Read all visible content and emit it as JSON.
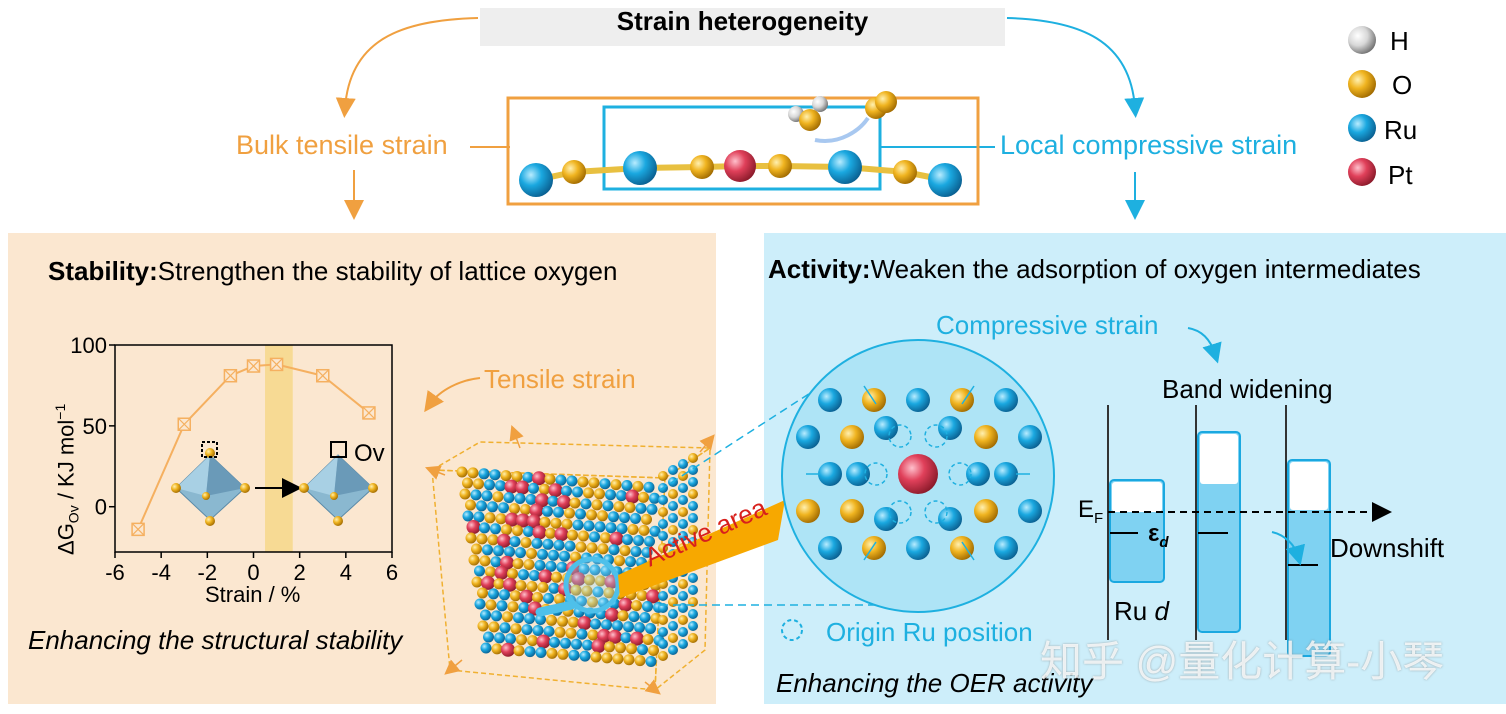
{
  "header": {
    "title": "Strain heterogeneity"
  },
  "top": {
    "bulk_label": "Bulk tensile strain",
    "local_label": "Local compressive strain"
  },
  "legend": [
    {
      "symbol": "H",
      "color": "#d8d8d8"
    },
    {
      "symbol": "O",
      "color": "#f0b420"
    },
    {
      "symbol": "Ru",
      "color": "#1aa8e0"
    },
    {
      "symbol": "Pt",
      "color": "#e0405a"
    }
  ],
  "left_panel": {
    "heading_bold": "Stability:",
    "heading_text": "Strengthen the stability of lattice oxygen",
    "tensile_label": "Tensile strain",
    "active_label": "Active area",
    "footer": "Enhancing the structural stability",
    "ov_label": "Ov"
  },
  "right_panel": {
    "heading_bold": "Activity:",
    "heading_text": "Weaken the adsorption of oxygen intermediates",
    "compressive_label": "Compressive strain",
    "band_widening": "Band widening",
    "ef_label": "E",
    "ef_sub": "F",
    "ed_label": "ε",
    "ed_sub": "d",
    "downshift": "Downshift",
    "ru_d": "Ru ",
    "ru_d_ital": "d",
    "origin_label": "Origin Ru position",
    "footer": "Enhancing the OER activity"
  },
  "watermark": "知乎 @量化计算-小琴",
  "chart_data": {
    "type": "line",
    "x": [
      -5,
      -3,
      -1,
      0,
      1,
      3,
      5
    ],
    "values": [
      -14,
      51,
      81,
      87,
      88,
      81,
      58
    ],
    "xlabel": "Strain / %",
    "ylabel_main": "ΔG",
    "ylabel_sub": "Ov",
    "ylabel_unit": " / KJ mol",
    "ylabel_sup": "−1",
    "xlim": [
      -6,
      6
    ],
    "ylim": [
      -28,
      100
    ],
    "xticks": [
      "-6",
      "-4",
      "-2",
      "0",
      "2",
      "4",
      "6"
    ],
    "yticks": [
      "0",
      "50",
      "100"
    ],
    "highlight_band": [
      0.5,
      1.7
    ],
    "color": "#f5b060"
  }
}
